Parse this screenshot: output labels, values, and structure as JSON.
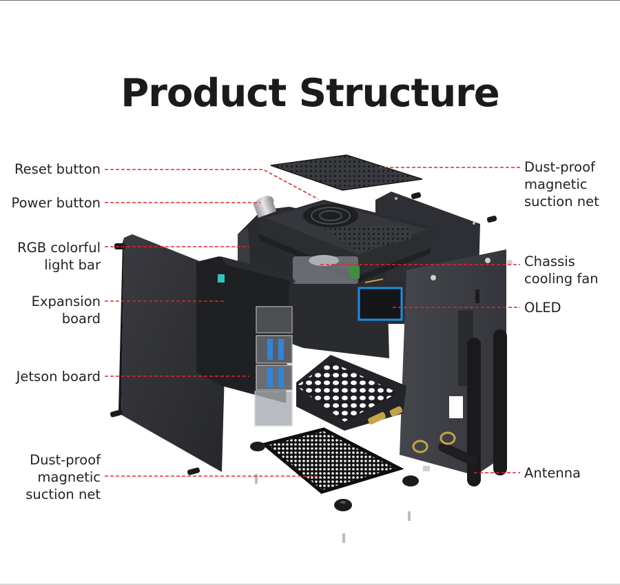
{
  "title": "Product Structure",
  "colors": {
    "leader_line": "#e8232a",
    "text": "#222222",
    "chassis": "#2b2c30",
    "panel": "#303136",
    "usb_blue": "#2f86d8",
    "oled_blue": "#1f8ee0",
    "brass": "#c8a24a"
  },
  "labels": {
    "left": [
      {
        "id": "reset-button",
        "text": "Reset button"
      },
      {
        "id": "power-button",
        "text": "Power button"
      },
      {
        "id": "rgb-light-bar",
        "text": "RGB colorful\nlight bar"
      },
      {
        "id": "expansion-board",
        "text": "Expansion\nboard"
      },
      {
        "id": "jetson-board",
        "text": "Jetson board"
      },
      {
        "id": "bottom-dust-net",
        "text": "Dust-proof\nmagnetic\nsuction net"
      }
    ],
    "right": [
      {
        "id": "top-dust-net",
        "text": "Dust-proof\nmagnetic\nsuction net"
      },
      {
        "id": "chassis-cooling-fan",
        "text": "Chassis\ncooling fan"
      },
      {
        "id": "oled",
        "text": "OLED"
      },
      {
        "id": "antenna",
        "text": "Antenna"
      }
    ]
  }
}
